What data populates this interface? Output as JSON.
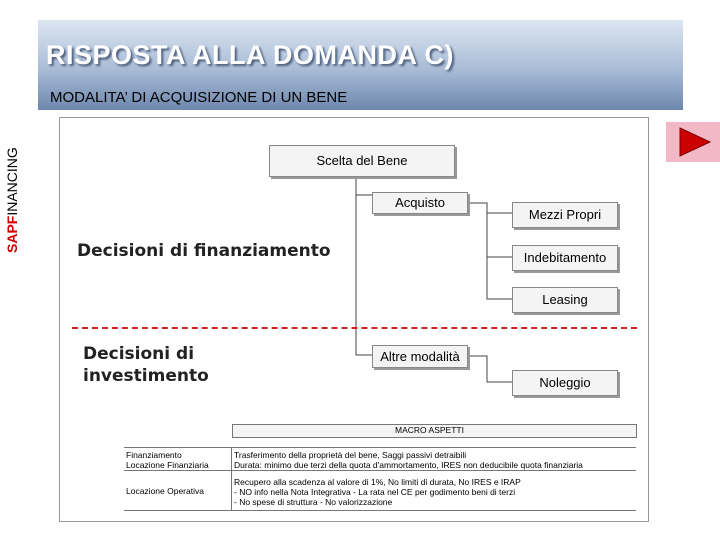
{
  "header": {
    "title": "RISPOSTA ALLA DOMANDA C)",
    "subtitle": "MODALITA’ DI ACQUISIZIONE DI UN BENE"
  },
  "brand": {
    "part1": "SAPF",
    "part2": "INANCING"
  },
  "nav": {
    "icon": "play-arrow-icon",
    "color": "#cc0000"
  },
  "diagram": {
    "root": "Scelta del Bene",
    "acquisto": "Acquisto",
    "altre": "Altre modalità",
    "mezzi": "Mezzi Propri",
    "indebitamento": "Indebitamento",
    "leasing": "Leasing",
    "noleggio": "Noleggio",
    "fin_label": "Decisioni di finanziamento",
    "inv_label1": "Decisioni di",
    "inv_label2": "investimento"
  },
  "table": {
    "header": "MACRO ASPETTI",
    "row1_label1": "Finanziamento",
    "row1_label2": "Locazione Finanziaria",
    "row1_text1": "Trasferimento della proprietà del bene, Saggi passivi detraibili",
    "row1_text2": "Durata: minimo due terzi della quota d'ammortamento, IRES non deducibile quota finanziaria",
    "row2_label": "Locazione Operativa",
    "row2_text1": "Recupero alla scadenza al valore di 1%, No limiti di durata, No IRES e IRAP",
    "row2_text2": "- NO info nella Nota Integrativa - La rata nel CE per godimento beni di terzi",
    "row2_text3": "- No spese di struttura - No valorizzazione"
  }
}
